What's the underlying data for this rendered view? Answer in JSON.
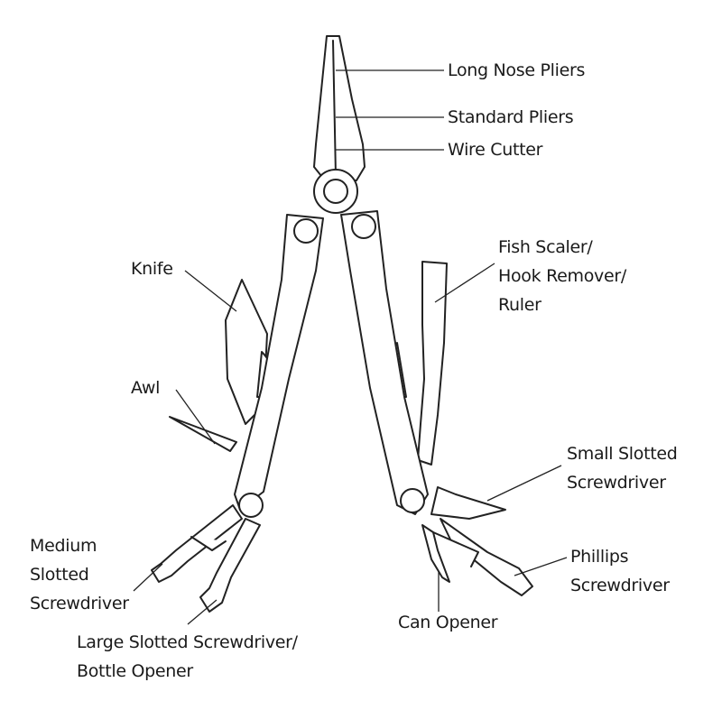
{
  "labels": {
    "long_nose_pliers": "Long Nose Pliers",
    "standard_pliers": "Standard Pliers",
    "wire_cutter": "Wire Cutter",
    "fish_scaler": [
      "Fish Scaler/",
      "Hook Remover/",
      "Ruler"
    ],
    "knife": "Knife",
    "awl": "Awl",
    "small_slotted": [
      "Small Slotted",
      "Screwdriver"
    ],
    "phillips": [
      "Phillips",
      "Screwdriver"
    ],
    "medium_slotted": [
      "Medium",
      "Slotted",
      "Screwdriver"
    ],
    "can_opener": "Can Opener",
    "large_slotted": [
      "Large Slotted Screwdriver/",
      "Bottle Opener"
    ]
  }
}
